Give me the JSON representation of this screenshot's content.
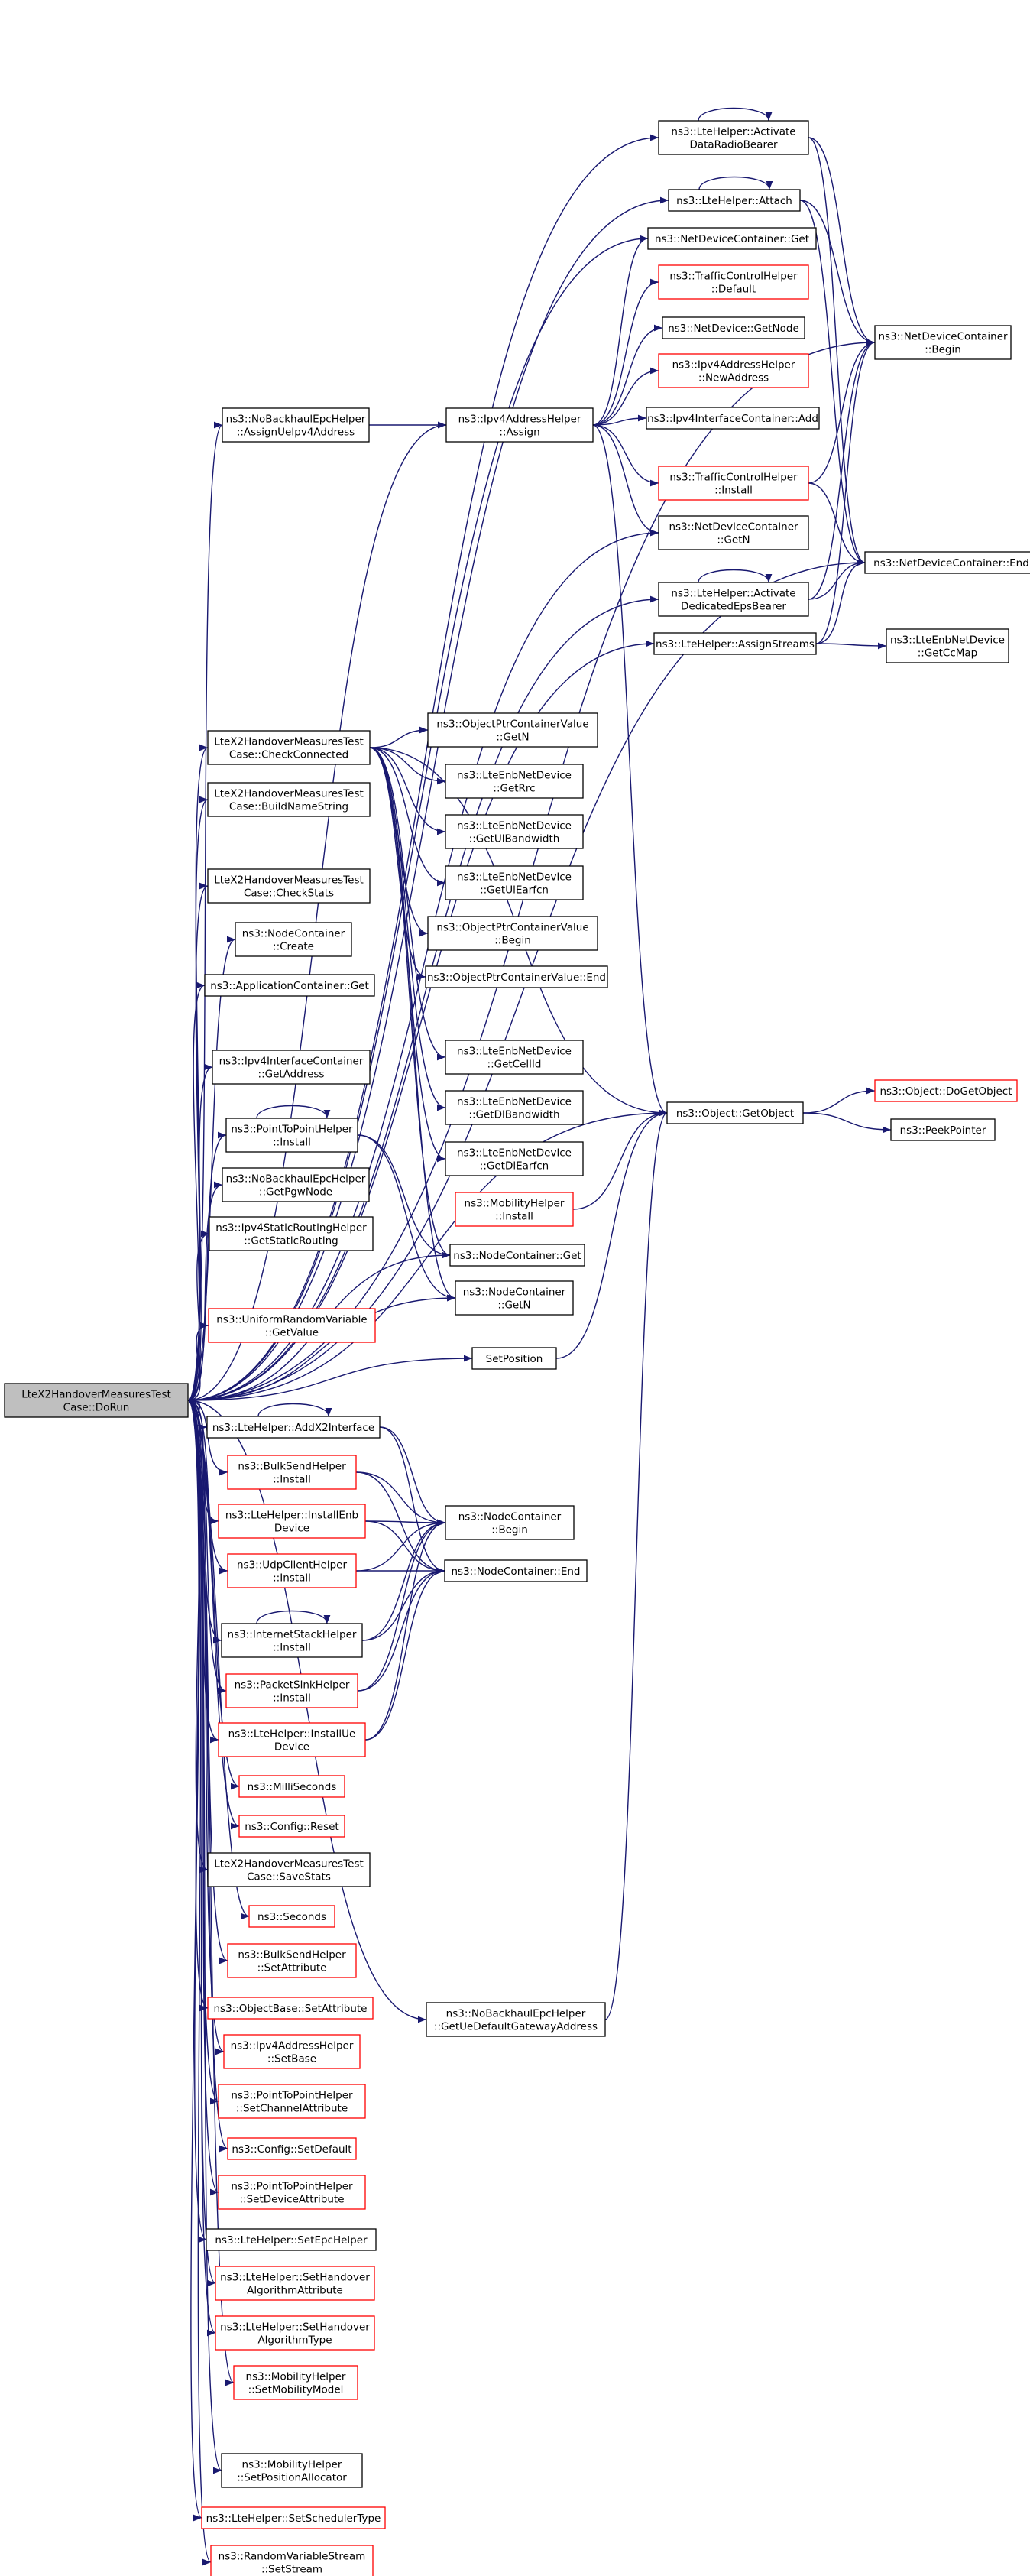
{
  "colors": {
    "edge": "#191970",
    "root_fill": "#bfbfbf",
    "node_border": "#000000",
    "missing_doc_border": "#ff0000",
    "node_fill": "#ffffff"
  },
  "root": "LteX2HandoverMeasuresTest Case::DoRun",
  "nodes": [
    {
      "id": "root",
      "lines": [
        "LteX2HandoverMeasuresTest",
        "Case::DoRun"
      ],
      "style": "root"
    },
    {
      "id": "actDRB",
      "lines": [
        "ns3::LteHelper::Activate",
        "DataRadioBearer"
      ],
      "style": "normal"
    },
    {
      "id": "attach",
      "lines": [
        "ns3::LteHelper::Attach"
      ],
      "style": "normal"
    },
    {
      "id": "ndcGet",
      "lines": [
        "ns3::NetDeviceContainer::Get"
      ],
      "style": "normal"
    },
    {
      "id": "tchDefault",
      "lines": [
        "ns3::TrafficControlHelper",
        "::Default"
      ],
      "style": "red"
    },
    {
      "id": "ndGetNode",
      "lines": [
        "ns3::NetDevice::GetNode"
      ],
      "style": "normal"
    },
    {
      "id": "ipv4NewAddr",
      "lines": [
        "ns3::Ipv4AddressHelper",
        "::NewAddress"
      ],
      "style": "red"
    },
    {
      "id": "ipv4icAdd",
      "lines": [
        "ns3::Ipv4InterfaceContainer::Add"
      ],
      "style": "normal"
    },
    {
      "id": "tchInstall",
      "lines": [
        "ns3::TrafficControlHelper",
        "::Install"
      ],
      "style": "red"
    },
    {
      "id": "ndcGetN",
      "lines": [
        "ns3::NetDeviceContainer",
        "::GetN"
      ],
      "style": "normal"
    },
    {
      "id": "actEPS",
      "lines": [
        "ns3::LteHelper::Activate",
        "DedicatedEpsBearer"
      ],
      "style": "normal"
    },
    {
      "id": "assignStreams",
      "lines": [
        "ns3::LteHelper::AssignStreams"
      ],
      "style": "normal"
    },
    {
      "id": "ndcBegin",
      "lines": [
        "ns3::NetDeviceContainer",
        "::Begin"
      ],
      "style": "normal"
    },
    {
      "id": "ndcEnd",
      "lines": [
        "ns3::NetDeviceContainer::End"
      ],
      "style": "normal"
    },
    {
      "id": "getCcMap",
      "lines": [
        "ns3::LteEnbNetDevice",
        "::GetCcMap"
      ],
      "style": "normal"
    },
    {
      "id": "assignUeIpv4",
      "lines": [
        "ns3::NoBackhaulEpcHelper",
        "::AssignUeIpv4Address"
      ],
      "style": "normal"
    },
    {
      "id": "ipv4Assign",
      "lines": [
        "ns3::Ipv4AddressHelper",
        "::Assign"
      ],
      "style": "normal"
    },
    {
      "id": "checkConnected",
      "lines": [
        "LteX2HandoverMeasuresTest",
        "Case::CheckConnected"
      ],
      "style": "normal"
    },
    {
      "id": "buildName",
      "lines": [
        "LteX2HandoverMeasuresTest",
        "Case::BuildNameString"
      ],
      "style": "normal"
    },
    {
      "id": "checkStats",
      "lines": [
        "LteX2HandoverMeasuresTest",
        "Case::CheckStats"
      ],
      "style": "normal"
    },
    {
      "id": "ncCreate",
      "lines": [
        "ns3::NodeContainer",
        "::Create"
      ],
      "style": "normal"
    },
    {
      "id": "appGet",
      "lines": [
        "ns3::ApplicationContainer::Get"
      ],
      "style": "normal"
    },
    {
      "id": "ipv4icGetAddr",
      "lines": [
        "ns3::Ipv4InterfaceContainer",
        "::GetAddress"
      ],
      "style": "normal"
    },
    {
      "id": "p2pInstall",
      "lines": [
        "ns3::PointToPointHelper",
        "::Install"
      ],
      "style": "normal"
    },
    {
      "id": "getPgwNode",
      "lines": [
        "ns3::NoBackhaulEpcHelper",
        "::GetPgwNode"
      ],
      "style": "normal"
    },
    {
      "id": "getStaticRouting",
      "lines": [
        "ns3::Ipv4StaticRoutingHelper",
        "::GetStaticRouting"
      ],
      "style": "normal"
    },
    {
      "id": "urvGetValue",
      "lines": [
        "ns3::UniformRandomVariable",
        "::GetValue"
      ],
      "style": "red"
    },
    {
      "id": "opcGetN",
      "lines": [
        "ns3::ObjectPtrContainerValue",
        "::GetN"
      ],
      "style": "normal"
    },
    {
      "id": "getRrc",
      "lines": [
        "ns3::LteEnbNetDevice",
        "::GetRrc"
      ],
      "style": "normal"
    },
    {
      "id": "getUlBw",
      "lines": [
        "ns3::LteEnbNetDevice",
        "::GetUlBandwidth"
      ],
      "style": "normal"
    },
    {
      "id": "getUlEarfcn",
      "lines": [
        "ns3::LteEnbNetDevice",
        "::GetUlEarfcn"
      ],
      "style": "normal"
    },
    {
      "id": "opcBegin",
      "lines": [
        "ns3::ObjectPtrContainerValue",
        "::Begin"
      ],
      "style": "normal"
    },
    {
      "id": "opcEnd",
      "lines": [
        "ns3::ObjectPtrContainerValue::End"
      ],
      "style": "normal"
    },
    {
      "id": "getCellId",
      "lines": [
        "ns3::LteEnbNetDevice",
        "::GetCellId"
      ],
      "style": "normal"
    },
    {
      "id": "getDlBw",
      "lines": [
        "ns3::LteEnbNetDevice",
        "::GetDlBandwidth"
      ],
      "style": "normal"
    },
    {
      "id": "getDlEarfcn",
      "lines": [
        "ns3::LteEnbNetDevice",
        "::GetDlEarfcn"
      ],
      "style": "normal"
    },
    {
      "id": "mobInstall",
      "lines": [
        "ns3::MobilityHelper",
        "::Install"
      ],
      "style": "red"
    },
    {
      "id": "ncGet",
      "lines": [
        "ns3::NodeContainer::Get"
      ],
      "style": "normal"
    },
    {
      "id": "ncGetN",
      "lines": [
        "ns3::NodeContainer",
        "::GetN"
      ],
      "style": "normal"
    },
    {
      "id": "getObject",
      "lines": [
        "ns3::Object::GetObject"
      ],
      "style": "normal"
    },
    {
      "id": "doGetObject",
      "lines": [
        "ns3::Object::DoGetObject"
      ],
      "style": "red"
    },
    {
      "id": "peekPointer",
      "lines": [
        "ns3::PeekPointer"
      ],
      "style": "normal"
    },
    {
      "id": "setPosition",
      "lines": [
        "SetPosition"
      ],
      "style": "normal"
    },
    {
      "id": "addX2",
      "lines": [
        "ns3::LteHelper::AddX2Interface"
      ],
      "style": "normal"
    },
    {
      "id": "bulkInstall",
      "lines": [
        "ns3::BulkSendHelper",
        "::Install"
      ],
      "style": "red"
    },
    {
      "id": "installEnb",
      "lines": [
        "ns3::LteHelper::InstallEnb",
        "Device"
      ],
      "style": "red"
    },
    {
      "id": "udpInstall",
      "lines": [
        "ns3::UdpClientHelper",
        "::Install"
      ],
      "style": "red"
    },
    {
      "id": "inetInstall",
      "lines": [
        "ns3::InternetStackHelper",
        "::Install"
      ],
      "style": "normal"
    },
    {
      "id": "sinkInstall",
      "lines": [
        "ns3::PacketSinkHelper",
        "::Install"
      ],
      "style": "red"
    },
    {
      "id": "installUe",
      "lines": [
        "ns3::LteHelper::InstallUe",
        "Device"
      ],
      "style": "red"
    },
    {
      "id": "ncBegin",
      "lines": [
        "ns3::NodeContainer",
        "::Begin"
      ],
      "style": "normal"
    },
    {
      "id": "ncEnd",
      "lines": [
        "ns3::NodeContainer::End"
      ],
      "style": "normal"
    },
    {
      "id": "milli",
      "lines": [
        "ns3::MilliSeconds"
      ],
      "style": "red"
    },
    {
      "id": "cfgReset",
      "lines": [
        "ns3::Config::Reset"
      ],
      "style": "red"
    },
    {
      "id": "saveStats",
      "lines": [
        "LteX2HandoverMeasuresTest",
        "Case::SaveStats"
      ],
      "style": "normal"
    },
    {
      "id": "seconds",
      "lines": [
        "ns3::Seconds"
      ],
      "style": "red"
    },
    {
      "id": "bulkSetAttr",
      "lines": [
        "ns3::BulkSendHelper",
        "::SetAttribute"
      ],
      "style": "red"
    },
    {
      "id": "objSetAttr",
      "lines": [
        "ns3::ObjectBase::SetAttribute"
      ],
      "style": "red"
    },
    {
      "id": "ipv4SetBase",
      "lines": [
        "ns3::Ipv4AddressHelper",
        "::SetBase"
      ],
      "style": "red"
    },
    {
      "id": "p2pSetChan",
      "lines": [
        "ns3::PointToPointHelper",
        "::SetChannelAttribute"
      ],
      "style": "red"
    },
    {
      "id": "cfgSetDefault",
      "lines": [
        "ns3::Config::SetDefault"
      ],
      "style": "red"
    },
    {
      "id": "p2pSetDev",
      "lines": [
        "ns3::PointToPointHelper",
        "::SetDeviceAttribute"
      ],
      "style": "red"
    },
    {
      "id": "setEpc",
      "lines": [
        "ns3::LteHelper::SetEpcHelper"
      ],
      "style": "normal"
    },
    {
      "id": "setHoAttr",
      "lines": [
        "ns3::LteHelper::SetHandover",
        "AlgorithmAttribute"
      ],
      "style": "red"
    },
    {
      "id": "setHoType",
      "lines": [
        "ns3::LteHelper::SetHandover",
        "AlgorithmType"
      ],
      "style": "red"
    },
    {
      "id": "setMobModel",
      "lines": [
        "ns3::MobilityHelper",
        "::SetMobilityModel"
      ],
      "style": "red"
    },
    {
      "id": "getUeGw",
      "lines": [
        "ns3::NoBackhaulEpcHelper",
        "::GetUeDefaultGatewayAddress"
      ],
      "style": "normal"
    },
    {
      "id": "setPosAlloc",
      "lines": [
        "ns3::MobilityHelper",
        "::SetPositionAllocator"
      ],
      "style": "normal"
    },
    {
      "id": "setSched",
      "lines": [
        "ns3::LteHelper::SetSchedulerType"
      ],
      "style": "red"
    },
    {
      "id": "setStream",
      "lines": [
        "ns3::RandomVariableStream",
        "::SetStream"
      ],
      "style": "red"
    }
  ],
  "edges": [
    [
      "root",
      "actDRB"
    ],
    [
      "root",
      "attach"
    ],
    [
      "root",
      "ndcGet"
    ],
    [
      "root",
      "ndcBegin"
    ],
    [
      "root",
      "ndcEnd"
    ],
    [
      "root",
      "assignUeIpv4"
    ],
    [
      "root",
      "ipv4Assign"
    ],
    [
      "root",
      "ndcGetN"
    ],
    [
      "root",
      "actEPS"
    ],
    [
      "root",
      "assignStreams"
    ],
    [
      "root",
      "checkConnected"
    ],
    [
      "root",
      "buildName"
    ],
    [
      "root",
      "checkStats"
    ],
    [
      "root",
      "ncCreate"
    ],
    [
      "root",
      "appGet"
    ],
    [
      "root",
      "ipv4icGetAddr"
    ],
    [
      "root",
      "p2pInstall"
    ],
    [
      "root",
      "getPgwNode"
    ],
    [
      "root",
      "getStaticRouting"
    ],
    [
      "root",
      "urvGetValue"
    ],
    [
      "root",
      "getObject"
    ],
    [
      "root",
      "ncGet"
    ],
    [
      "root",
      "ncGetN"
    ],
    [
      "root",
      "setPosition"
    ],
    [
      "root",
      "addX2"
    ],
    [
      "root",
      "bulkInstall"
    ],
    [
      "root",
      "installEnb"
    ],
    [
      "root",
      "udpInstall"
    ],
    [
      "root",
      "inetInstall"
    ],
    [
      "root",
      "sinkInstall"
    ],
    [
      "root",
      "installUe"
    ],
    [
      "root",
      "milli"
    ],
    [
      "root",
      "cfgReset"
    ],
    [
      "root",
      "saveStats"
    ],
    [
      "root",
      "seconds"
    ],
    [
      "root",
      "bulkSetAttr"
    ],
    [
      "root",
      "objSetAttr"
    ],
    [
      "root",
      "ipv4SetBase"
    ],
    [
      "root",
      "p2pSetChan"
    ],
    [
      "root",
      "cfgSetDefault"
    ],
    [
      "root",
      "p2pSetDev"
    ],
    [
      "root",
      "setEpc"
    ],
    [
      "root",
      "setHoAttr"
    ],
    [
      "root",
      "setHoType"
    ],
    [
      "root",
      "setMobModel"
    ],
    [
      "root",
      "getUeGw"
    ],
    [
      "root",
      "setPosAlloc"
    ],
    [
      "root",
      "setSched"
    ],
    [
      "root",
      "setStream"
    ],
    [
      "actDRB",
      "actDRB"
    ],
    [
      "actDRB",
      "ndcBegin"
    ],
    [
      "actDRB",
      "ndcEnd"
    ],
    [
      "attach",
      "attach"
    ],
    [
      "attach",
      "ndcBegin"
    ],
    [
      "attach",
      "ndcEnd"
    ],
    [
      "assignUeIpv4",
      "ipv4Assign"
    ],
    [
      "ipv4Assign",
      "ndcGet"
    ],
    [
      "ipv4Assign",
      "tchDefault"
    ],
    [
      "ipv4Assign",
      "ndGetNode"
    ],
    [
      "ipv4Assign",
      "ipv4NewAddr"
    ],
    [
      "ipv4Assign",
      "ipv4icAdd"
    ],
    [
      "ipv4Assign",
      "tchInstall"
    ],
    [
      "ipv4Assign",
      "ndcGetN"
    ],
    [
      "ipv4Assign",
      "getObject"
    ],
    [
      "tchInstall",
      "ndcBegin"
    ],
    [
      "tchInstall",
      "ndcEnd"
    ],
    [
      "actEPS",
      "actEPS"
    ],
    [
      "actEPS",
      "ndcBegin"
    ],
    [
      "actEPS",
      "ndcEnd"
    ],
    [
      "assignStreams",
      "ndcBegin"
    ],
    [
      "assignStreams",
      "ndcEnd"
    ],
    [
      "assignStreams",
      "getCcMap"
    ],
    [
      "checkConnected",
      "opcGetN"
    ],
    [
      "checkConnected",
      "getRrc"
    ],
    [
      "checkConnected",
      "getUlBw"
    ],
    [
      "checkConnected",
      "getUlEarfcn"
    ],
    [
      "checkConnected",
      "opcBegin"
    ],
    [
      "checkConnected",
      "opcEnd"
    ],
    [
      "checkConnected",
      "getCellId"
    ],
    [
      "checkConnected",
      "getDlBw"
    ],
    [
      "checkConnected",
      "getDlEarfcn"
    ],
    [
      "checkConnected",
      "getObject"
    ],
    [
      "checkConnected",
      "ncGet"
    ],
    [
      "checkConnected",
      "ncGetN"
    ],
    [
      "p2pInstall",
      "p2pInstall"
    ],
    [
      "p2pInstall",
      "ncGet"
    ],
    [
      "p2pInstall",
      "ncGetN"
    ],
    [
      "mobInstall",
      "getObject"
    ],
    [
      "getObject",
      "doGetObject"
    ],
    [
      "getObject",
      "peekPointer"
    ],
    [
      "setPosition",
      "getObject"
    ],
    [
      "addX2",
      "addX2"
    ],
    [
      "addX2",
      "ncBegin"
    ],
    [
      "addX2",
      "ncEnd"
    ],
    [
      "bulkInstall",
      "ncBegin"
    ],
    [
      "bulkInstall",
      "ncEnd"
    ],
    [
      "installEnb",
      "ncBegin"
    ],
    [
      "installEnb",
      "ncEnd"
    ],
    [
      "udpInstall",
      "ncBegin"
    ],
    [
      "udpInstall",
      "ncEnd"
    ],
    [
      "inetInstall",
      "inetInstall"
    ],
    [
      "inetInstall",
      "ncBegin"
    ],
    [
      "inetInstall",
      "ncEnd"
    ],
    [
      "sinkInstall",
      "ncBegin"
    ],
    [
      "sinkInstall",
      "ncEnd"
    ],
    [
      "installUe",
      "ncBegin"
    ],
    [
      "installUe",
      "ncEnd"
    ],
    [
      "getUeGw",
      "getObject"
    ]
  ]
}
